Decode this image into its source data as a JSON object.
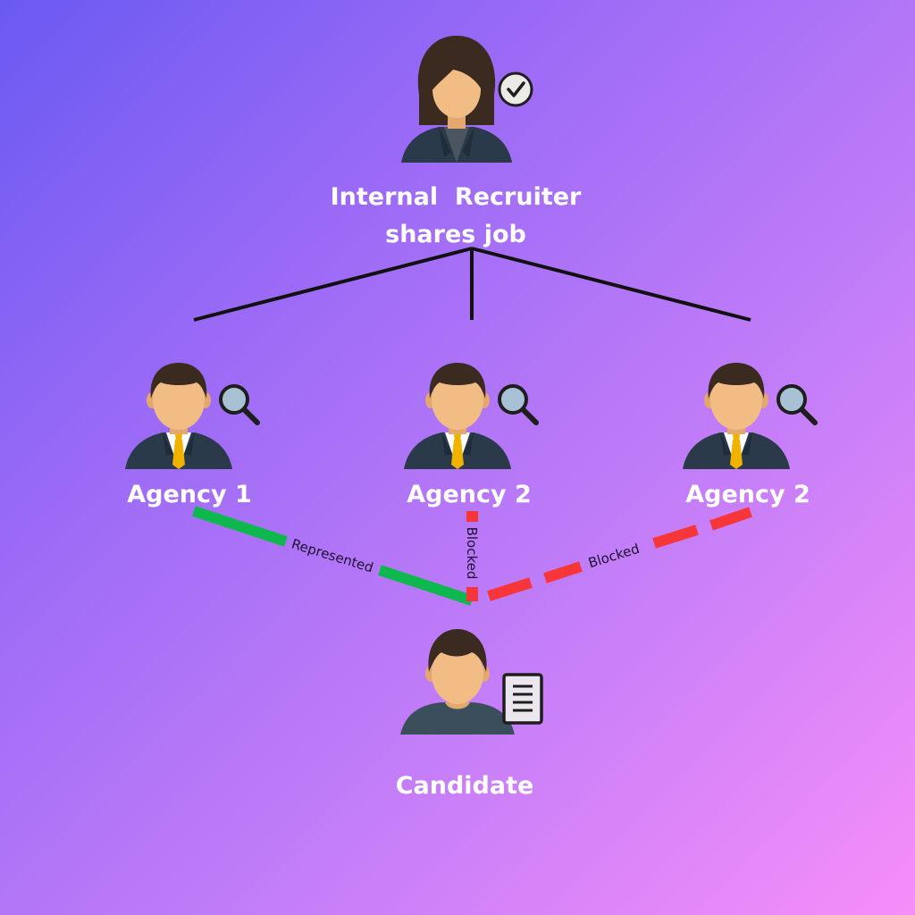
{
  "recruiter": {
    "line1": "Internal  Recruiter",
    "line2": "shares job",
    "badge_icon": "check-icon"
  },
  "agencies": [
    {
      "label": "Agency 1",
      "badge_icon": "magnifier-icon"
    },
    {
      "label": "Agency 2",
      "badge_icon": "magnifier-icon"
    },
    {
      "label": "Agency 2",
      "badge_icon": "magnifier-icon"
    }
  ],
  "candidate": {
    "label": "Candidate",
    "badge_icon": "document-icon"
  },
  "connections": {
    "agency_1": {
      "label": "Represented",
      "color": "#0fb84f",
      "style": "solid"
    },
    "agency_2": {
      "label": "Blocked",
      "color": "#f7363a",
      "style": "dashed"
    },
    "agency_3": {
      "label": "Blocked",
      "color": "#f7363a",
      "style": "dashed"
    }
  },
  "colors": {
    "background_start": "#6a5af2",
    "background_end": "#f68ef9",
    "tree_lines": "#111111",
    "suit": "#2a3a4a",
    "skin": "#f1bd84",
    "hair": "#3b2a20",
    "tie": "#f2b200",
    "candidate_shirt": "#3a4e5c"
  }
}
